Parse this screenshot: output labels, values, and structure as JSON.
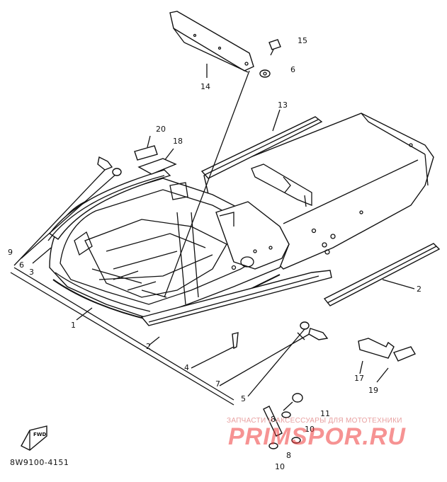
{
  "callouts": {
    "c1": "1",
    "c2a": "2",
    "c2b": "2",
    "c3": "3",
    "c4": "4",
    "c5": "5",
    "c6a": "6",
    "c6b": "6",
    "c7": "7",
    "c8a": "8",
    "c8b": "8",
    "c9": "9",
    "c10a": "10",
    "c10b": "10",
    "c11": "11",
    "c13": "13",
    "c14": "14",
    "c15": "15",
    "c17": "17",
    "c18": "18",
    "c19": "19",
    "c20": "20"
  },
  "fwd_label": "FWD",
  "diagram_code": "8W9100-4151",
  "watermark": {
    "tagline": "ЗАПЧАСТИ И АКСЕССУАРЫ ДЛЯ МОТОТЕХНИКИ",
    "site": "PRIMSPOR.RU"
  },
  "colors": {
    "line": "#111111",
    "watermark": "#ef3b3b"
  }
}
